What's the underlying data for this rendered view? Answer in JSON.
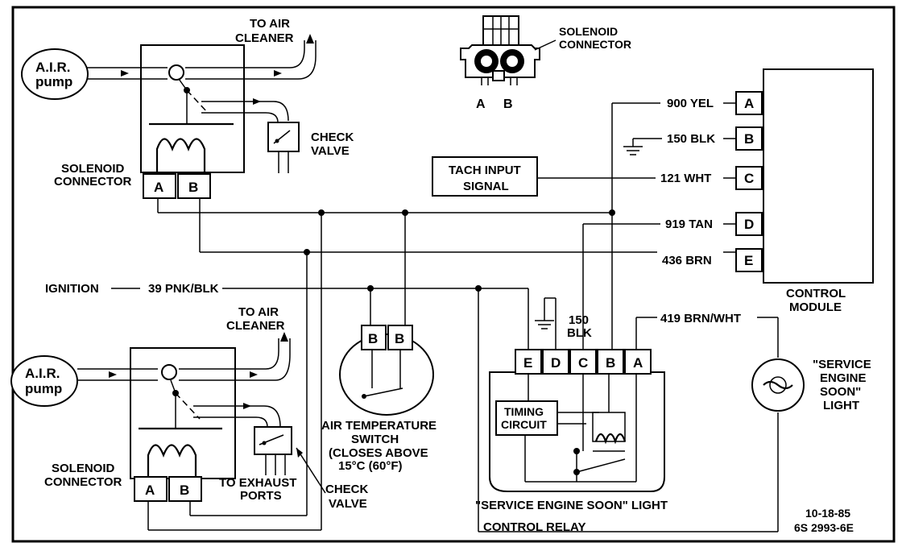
{
  "diagram": {
    "air_pump_label_line1": "A.I.R.",
    "air_pump_label_line2": "pump",
    "to_air_cleaner_line1": "TO AIR",
    "to_air_cleaner_line2": "CLEANER",
    "check_valve_line1": "CHECK",
    "check_valve_line2": "VALVE",
    "solenoid_connector_line1": "SOLENOID",
    "solenoid_connector_line2": "CONNECTOR",
    "pin_a": "A",
    "pin_b": "B",
    "pin_c": "C",
    "pin_d": "D",
    "pin_e": "E",
    "tach_input_line1": "TACH INPUT",
    "tach_input_line2": "SIGNAL",
    "wire_900": "900 YEL",
    "wire_150": "150 BLK",
    "wire_121": "121 WHT",
    "wire_919": "919 TAN",
    "wire_436": "436 BRN",
    "wire_419": "419 BRN/WHT",
    "wire_150_short": "150",
    "wire_blk_short": "BLK",
    "ignition": "IGNITION",
    "wire_39": "39 PNK/BLK",
    "control_module_line1": "CONTROL",
    "control_module_line2": "MODULE",
    "ses_light_line1": "\"SERVICE",
    "ses_light_line2": "ENGINE",
    "ses_light_line3": "SOON\"",
    "ses_light_line4": "LIGHT",
    "air_temp_line1": "AIR TEMPERATURE",
    "air_temp_line2": "SWITCH",
    "air_temp_line3": "(CLOSES ABOVE",
    "air_temp_line4": "15°C (60°F)",
    "timing_line1": "TIMING",
    "timing_line2": "CIRCUIT",
    "ses_relay_caption": "\"SERVICE ENGINE SOON\" LIGHT",
    "control_relay": "CONTROL RELAY",
    "to_exhaust_line1": "TO EXHAUST",
    "to_exhaust_line2": "PORTS",
    "date": "10-18-85",
    "figure_number": "6S 2993-6E"
  }
}
